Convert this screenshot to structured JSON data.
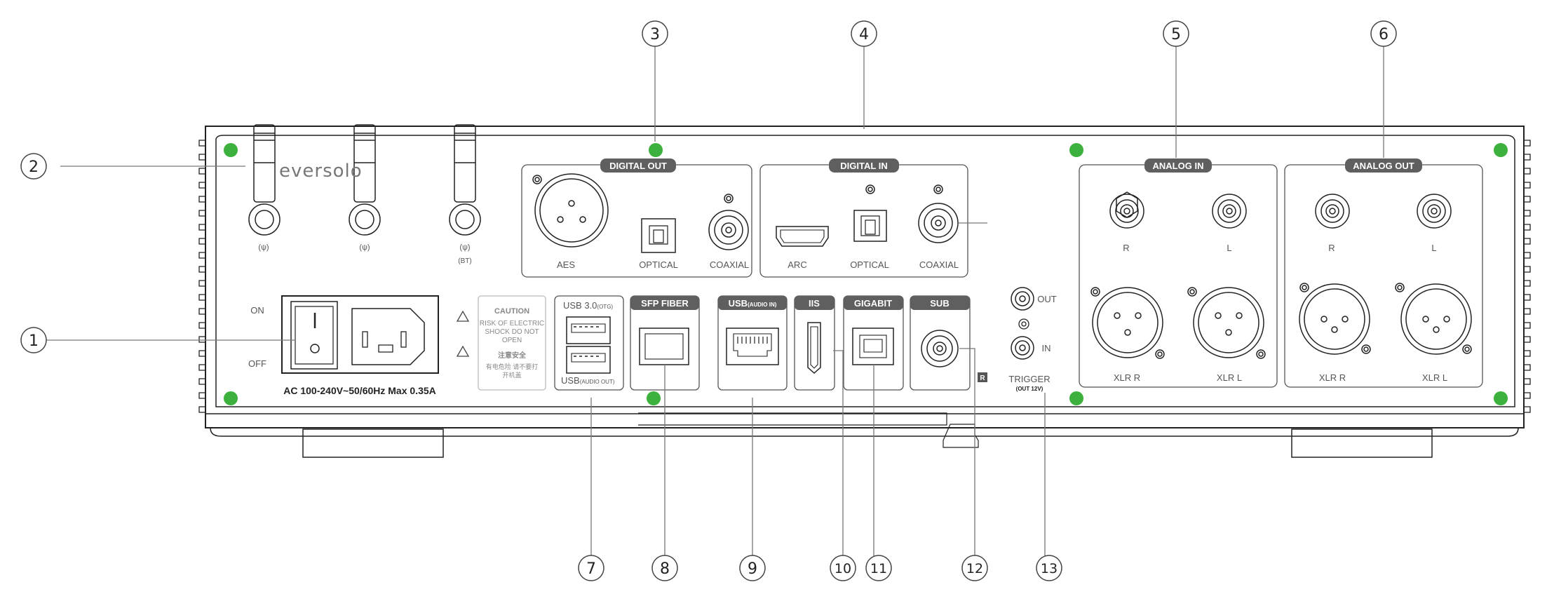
{
  "brand": "eversolo",
  "antennas": [
    "(ψ)",
    "(ψ)",
    "(ψ)"
  ],
  "antenna_bt": "(BT)",
  "power": {
    "on": "ON",
    "off": "OFF",
    "rating": "AC 100-240V~50/60Hz Max 0.35A"
  },
  "caution": {
    "title": "CAUTION",
    "line1": "RISK OF ELECTRIC",
    "line2": "SHOCK DO NOT",
    "line3": "OPEN",
    "cn_title": "注意安全",
    "cn_line1": "有电危险 请不要打",
    "cn_line2": "开机盖"
  },
  "digital_out": {
    "title": "DIGITAL OUT",
    "aes": "AES",
    "optical": "OPTICAL",
    "coaxial": "COAXIAL"
  },
  "digital_in": {
    "title": "DIGITAL IN",
    "arc": "ARC",
    "optical": "OPTICAL",
    "coaxial": "COAXIAL"
  },
  "analog_in": {
    "title": "ANALOG IN",
    "r": "R",
    "l": "L",
    "xlr_r": "XLR R",
    "xlr_l": "XLR L"
  },
  "analog_out": {
    "title": "ANALOG OUT",
    "r": "R",
    "l": "L",
    "xlr_r": "XLR R",
    "xlr_l": "XLR L"
  },
  "usb30": {
    "label": "USB 3.0",
    "sub": "(OTG)",
    "bottom": "USB",
    "bottom_sub": "(AUDIO OUT)"
  },
  "sfp": "SFP FIBER",
  "usb_audio_in": {
    "label": "USB",
    "sub": "(AUDIO IN)"
  },
  "iis": "IIS",
  "gigabit": "GIGABIT",
  "sub": "SUB",
  "r_mark": "R",
  "trigger": {
    "out": "OUT",
    "in": "IN",
    "title": "TRIGGER",
    "sub": "(OUT 12V)"
  },
  "callouts": [
    "1",
    "2",
    "3",
    "4",
    "5",
    "6",
    "7",
    "8",
    "9",
    "10",
    "11",
    "12",
    "13"
  ]
}
